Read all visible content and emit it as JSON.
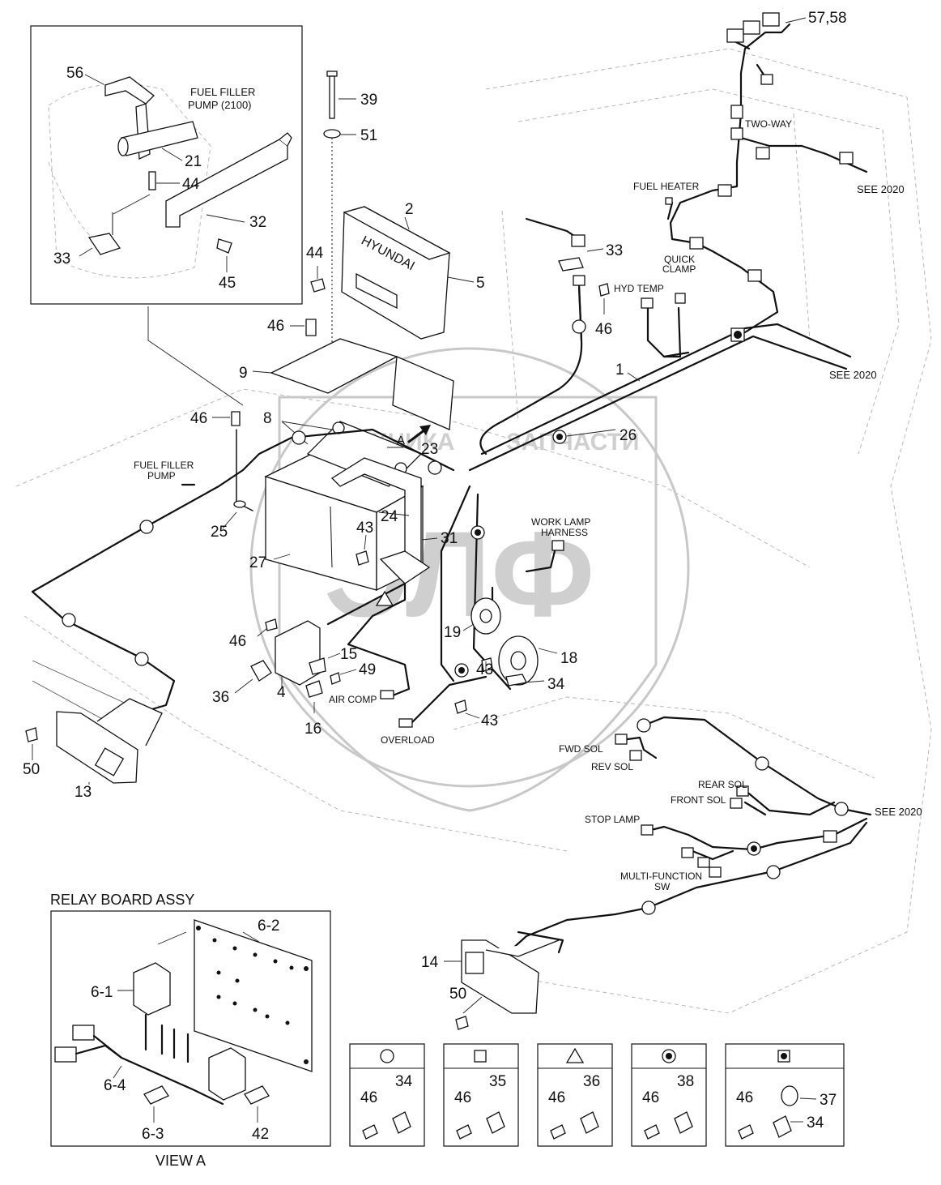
{
  "callouts": {
    "n1": "1",
    "n2": "2",
    "n4": "4",
    "n5": "5",
    "n8": "8",
    "n9": "9",
    "n13": "13",
    "n14": "14",
    "n15": "15",
    "n16": "16",
    "n18": "18",
    "n19": "19",
    "n21": "21",
    "n23": "23",
    "n24": "24",
    "n25": "25",
    "n26": "26",
    "n27": "27",
    "n31": "31",
    "n32": "32",
    "n33a": "33",
    "n33b": "33",
    "n34": "34",
    "n36": "36",
    "n39": "39",
    "n43a": "43",
    "n43b": "43",
    "n43c": "43",
    "n44a": "44",
    "n44b": "44",
    "n45": "45",
    "n46a": "46",
    "n46b": "46",
    "n46c": "46",
    "n46d": "46",
    "n49": "49",
    "n50a": "50",
    "n50b": "50",
    "n51": "51",
    "n56": "56",
    "n5758": "57,58",
    "nA": "A"
  },
  "labels": {
    "fuel_filler_pump_2100_l1": "FUEL FILLER",
    "fuel_filler_pump_2100_l2": "PUMP (2100)",
    "two_way": "TWO-WAY",
    "fuel_heater": "FUEL HEATER",
    "see2020_a": "SEE 2020",
    "see2020_b": "SEE 2020",
    "see2020_c": "SEE 2020",
    "quick_clamp_l1": "QUICK",
    "quick_clamp_l2": "CLAMP",
    "hyd_temp": "HYD TEMP",
    "fuel_filler_pump_l1": "FUEL FILLER",
    "fuel_filler_pump_l2": "PUMP",
    "work_lamp_l1": "WORK LAMP",
    "work_lamp_l2": "HARNESS",
    "air_comp": "AIR COMP",
    "overload": "OVERLOAD",
    "fwd_sol": "FWD SOL",
    "rev_sol": "REV SOL",
    "rear_sol": "REAR SOL",
    "front_sol": "FRONT SOL",
    "stop_lamp": "STOP LAMP",
    "multi_function_l1": "MULTI-FUNCTION",
    "multi_function_l2": "SW",
    "brand": "HYUNDAI",
    "relay_board_title": "RELAY BOARD ASSY",
    "view_a": "VIEW A"
  },
  "relay_board": {
    "c6_1": "6-1",
    "c6_2": "6-2",
    "c6_3": "6-3",
    "c6_4": "6-4",
    "c42": "42"
  },
  "legend": [
    {
      "symbol": "circle-open",
      "left": "46",
      "right": "34"
    },
    {
      "symbol": "square-open",
      "left": "46",
      "right": "35"
    },
    {
      "symbol": "triangle-open",
      "left": "46",
      "right": "36"
    },
    {
      "symbol": "circle-dot",
      "left": "46",
      "right": "38"
    },
    {
      "symbol": "square-dot",
      "left": "46",
      "right_top": "37",
      "right_bottom": "34"
    }
  ],
  "watermark": {
    "word1": "ТЕХНИКА",
    "word2": "ЗАПЧАСТИ",
    "logo": "ЭЛФ"
  }
}
